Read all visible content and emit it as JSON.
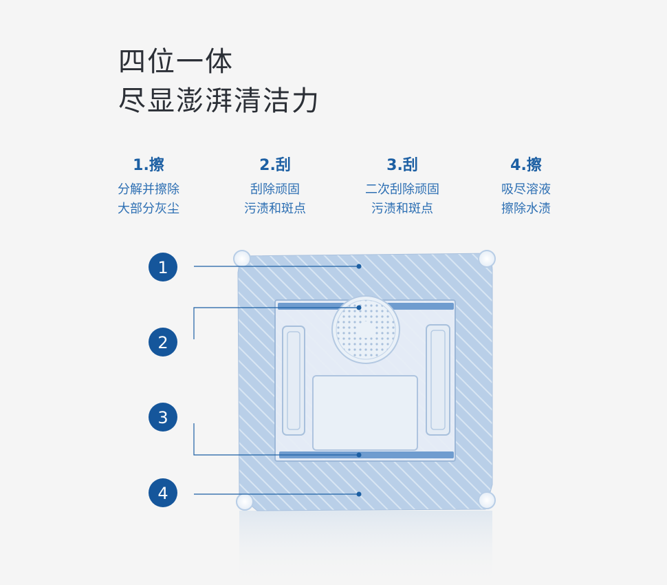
{
  "headline": {
    "line1": "四位一体",
    "line2": "尽显澎湃清洁力"
  },
  "steps": [
    {
      "title": "1.擦",
      "desc1": "分解并擦除",
      "desc2": "大部分灰尘"
    },
    {
      "title": "2.刮",
      "desc1": "刮除顽固",
      "desc2": "污渍和斑点"
    },
    {
      "title": "3.刮",
      "desc1": "二次刮除顽固",
      "desc2": "污渍和斑点"
    },
    {
      "title": "4.擦",
      "desc1": "吸尽溶液",
      "desc2": "擦除水渍"
    }
  ],
  "callouts": [
    "1",
    "2",
    "3",
    "4"
  ],
  "colors": {
    "accent": "#1c5fa3",
    "badge": "#15569b",
    "pad": "#b9cfe8",
    "stripe": "#d7e4f2"
  }
}
